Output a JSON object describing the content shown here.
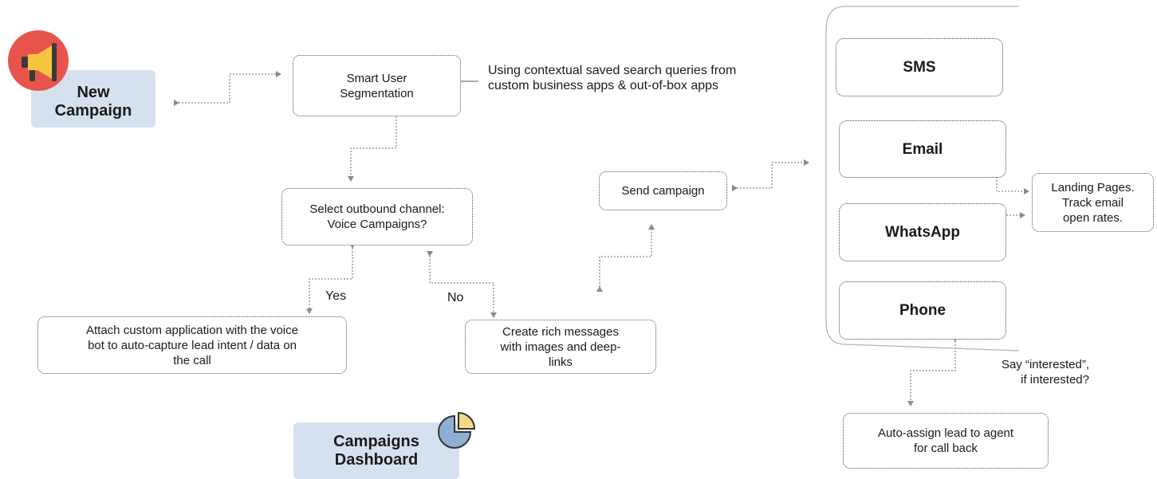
{
  "new_campaign": {
    "label_line1": "New",
    "label_line2": "Campaign"
  },
  "dashboard": {
    "label_line1": "Campaigns",
    "label_line2": "Dashboard"
  },
  "segmentation": {
    "line1": "Smart User",
    "line2": "Segmentation"
  },
  "segmentation_note": {
    "line1": "Using contextual saved search queries from",
    "line2": "custom business apps & out-of-box apps"
  },
  "select_channel": {
    "line1": "Select outbound channel:",
    "line2": "Voice Campaigns?"
  },
  "yes_label": "Yes",
  "no_label": "No",
  "attach_app": {
    "line1": "Attach custom application with the voice",
    "line2": "bot to auto-capture lead intent / data on",
    "line3": "the call"
  },
  "rich_messages": {
    "line1": "Create rich messages",
    "line2": "with images and deep-",
    "line3": "links"
  },
  "send_campaign": "Send campaign",
  "channels": {
    "sms": "SMS",
    "email": "Email",
    "whatsapp": "WhatsApp",
    "phone": "Phone"
  },
  "landing": {
    "line1": "Landing Pages.",
    "line2": "Track email",
    "line3": "open rates."
  },
  "say_interested": {
    "line1": "Say “interested”,",
    "line2": "if interested?"
  },
  "auto_assign": {
    "line1": "Auto-assign lead  to agent",
    "line2": "for call back"
  },
  "colors": {
    "megaphone_bg": "#e8544b",
    "megaphone_body": "#f5c542",
    "tag_bg": "#d6e1f0",
    "pie_blue": "#8fb0d4",
    "pie_yellow": "#f5d98a"
  }
}
